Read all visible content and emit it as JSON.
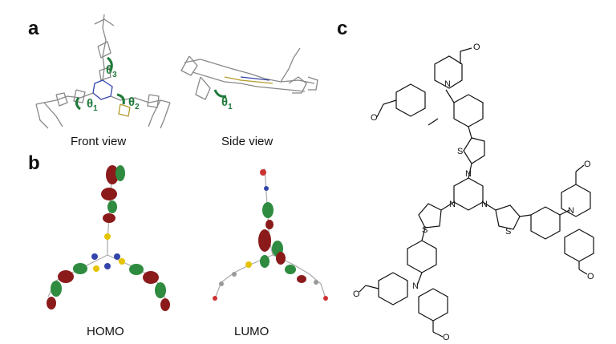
{
  "panels": {
    "a": {
      "label": "a",
      "front_caption": "Front view",
      "side_caption": "Side view",
      "angles": [
        "θ",
        "θ",
        "θ"
      ],
      "angle_subscripts": [
        "1",
        "2",
        "3"
      ],
      "side_angle": "θ",
      "side_angle_subscript": "1"
    },
    "b": {
      "label": "b",
      "homo_caption": "HOMO",
      "lumo_caption": "LUMO"
    },
    "c": {
      "label": "c",
      "atoms": {
        "O": "O",
        "N": "N",
        "S": "S"
      }
    }
  },
  "colors": {
    "angle_accent": "#1f7a3a",
    "orbital_positive": "#8b1a1a",
    "orbital_negative": "#2e8b3f"
  }
}
